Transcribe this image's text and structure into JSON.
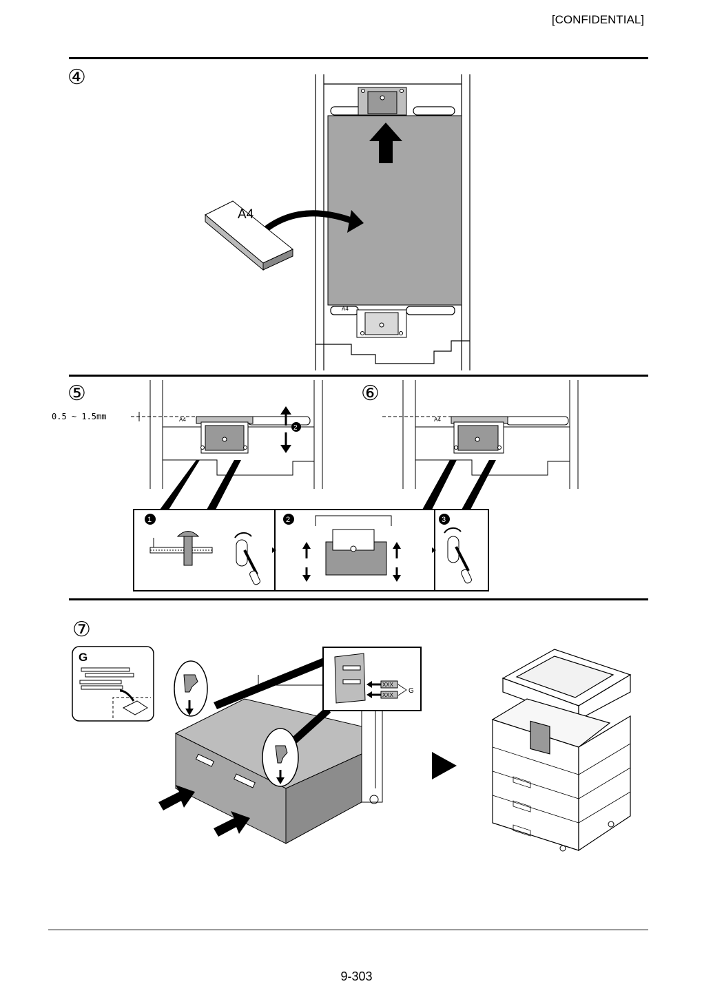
{
  "header": {
    "confidential": "[CONFIDENTIAL]"
  },
  "steps": {
    "step4": {
      "number": "④",
      "paper_label": "A4",
      "tray_label": "A4"
    },
    "step5": {
      "number": "⑤",
      "gap_label": "0.5 ~ 1.5mm",
      "tray_label": "A4"
    },
    "step6": {
      "number": "⑥",
      "tray_label": "A4"
    },
    "detail": {
      "sub1": "❶",
      "sub2": "❷",
      "sub3": "❸"
    },
    "step7": {
      "number": "⑦",
      "kit_label": "G",
      "label_g": "G",
      "label_xxx1": "XXX",
      "label_xxx2": "XXX"
    }
  },
  "footer": {
    "page_number": "9-303"
  }
}
